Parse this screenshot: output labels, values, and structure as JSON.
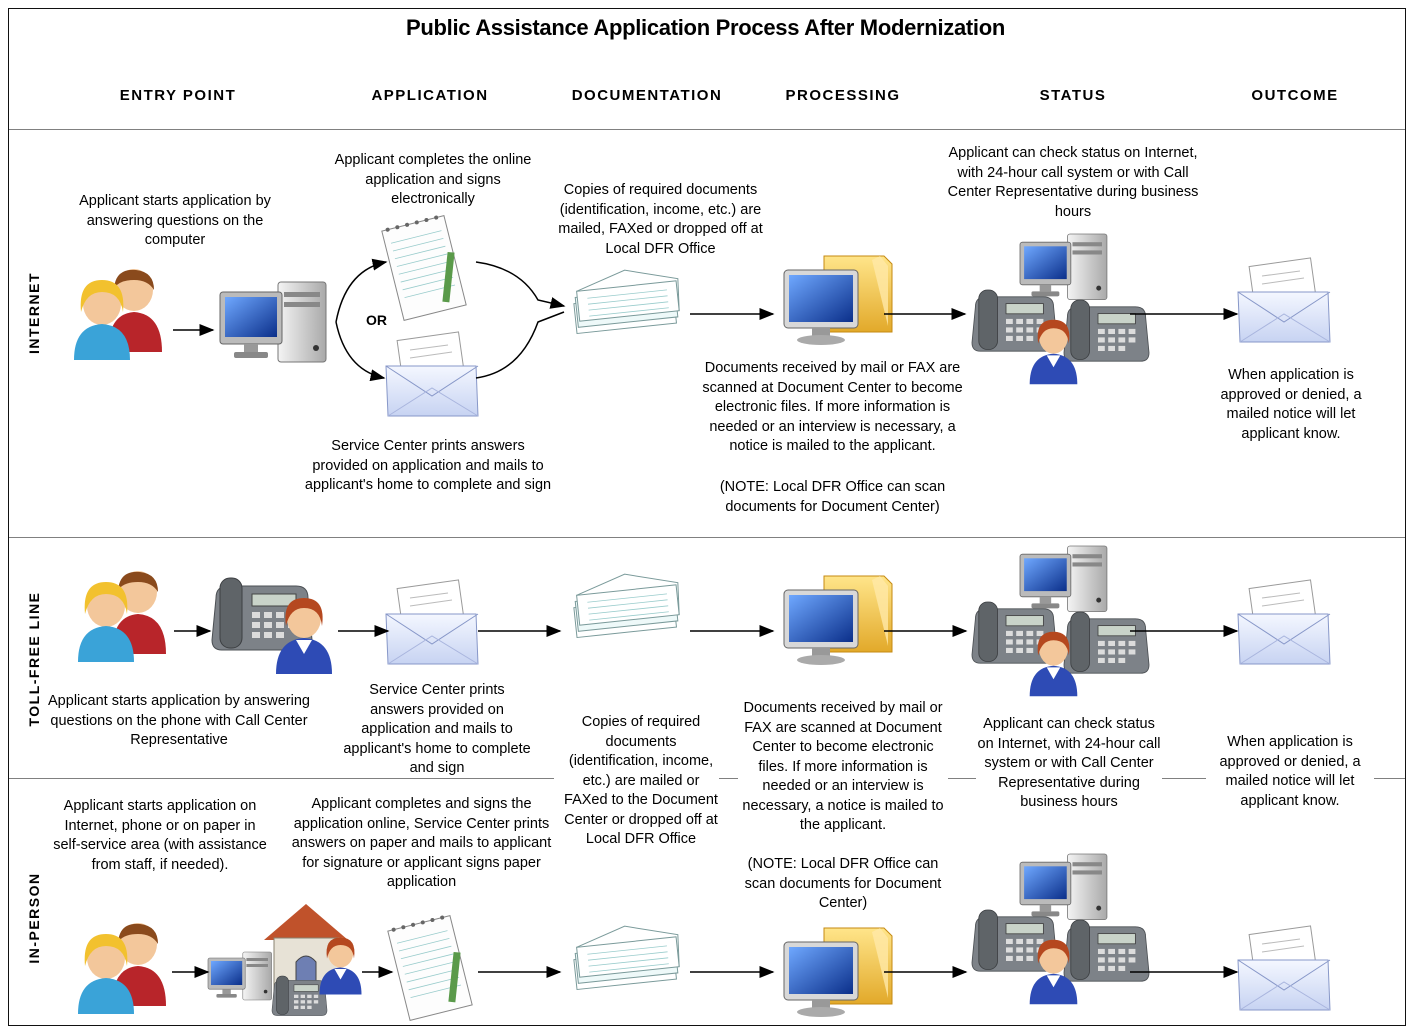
{
  "title": "Public Assistance Application Process After Modernization",
  "columns": {
    "entry_point": "ENTRY POINT",
    "application": "APPLICATION",
    "documentation": "DOCUMENTATION",
    "processing": "PROCESSING",
    "status": "STATUS",
    "outcome": "OUTCOME"
  },
  "lanes": {
    "internet": "INTERNET",
    "toll_free": "TOLL-FREE LINE",
    "in_person": "IN-PERSON"
  },
  "internet": {
    "entry_text": "Applicant starts application by answering questions on the computer",
    "app_online_text": "Applicant completes the online application and signs electronically",
    "or_label": "OR",
    "app_mail_text": "Service Center prints answers provided on application and mails to applicant's home to complete and sign",
    "doc_text": "Copies of required documents (identification, income, etc.) are mailed, FAXed or dropped off at Local DFR Office",
    "proc_text": "Documents received by mail or FAX are scanned at Document Center to become electronic files.  If more information is needed or an interview is necessary, a notice is mailed to the applicant.",
    "proc_note": "(NOTE: Local DFR Office can scan documents for Document Center)",
    "status_text": "Applicant can check status on Internet, with 24-hour call system or with Call Center Representative during business hours",
    "outcome_text": "When application is approved or denied, a mailed notice will let applicant know."
  },
  "toll_free": {
    "entry_text": "Applicant starts application by answering questions on the phone with Call Center Representative",
    "app_text": "Service Center prints answers provided on application and mails to applicant's home to complete and sign"
  },
  "shared": {
    "doc_text": "Copies of required documents (identification, income, etc.) are mailed or FAXed to the Document Center or dropped off at Local DFR Office",
    "proc_text": "Documents received by mail or FAX are scanned at Document Center to become electronic files.  If more information is needed or an interview is necessary, a notice is mailed to the applicant.",
    "proc_note": "(NOTE: Local DFR Office can scan documents for Document Center)",
    "status_text": "Applicant can check status on Internet, with 24-hour call system or with Call Center Representative during business hours",
    "outcome_text": "When application is approved or denied, a mailed notice will let applicant know."
  },
  "in_person": {
    "entry_text": "Applicant starts application on Internet, phone or on paper in self-service area (with assistance from staff, if needed).",
    "app_text": "Applicant completes and signs the application online, Service Center prints answers on paper and mails to applicant for signature or applicant signs paper application"
  },
  "colors": {
    "border": "#111111",
    "divider": "#808080",
    "monitor": "#1e56c8",
    "folder": "#f2c94c",
    "skin": "#f3c79b",
    "person_blue": "#3aa3d8",
    "person_red": "#b8252a",
    "envelope": "#dfe6f7",
    "phone": "#7d8288"
  }
}
